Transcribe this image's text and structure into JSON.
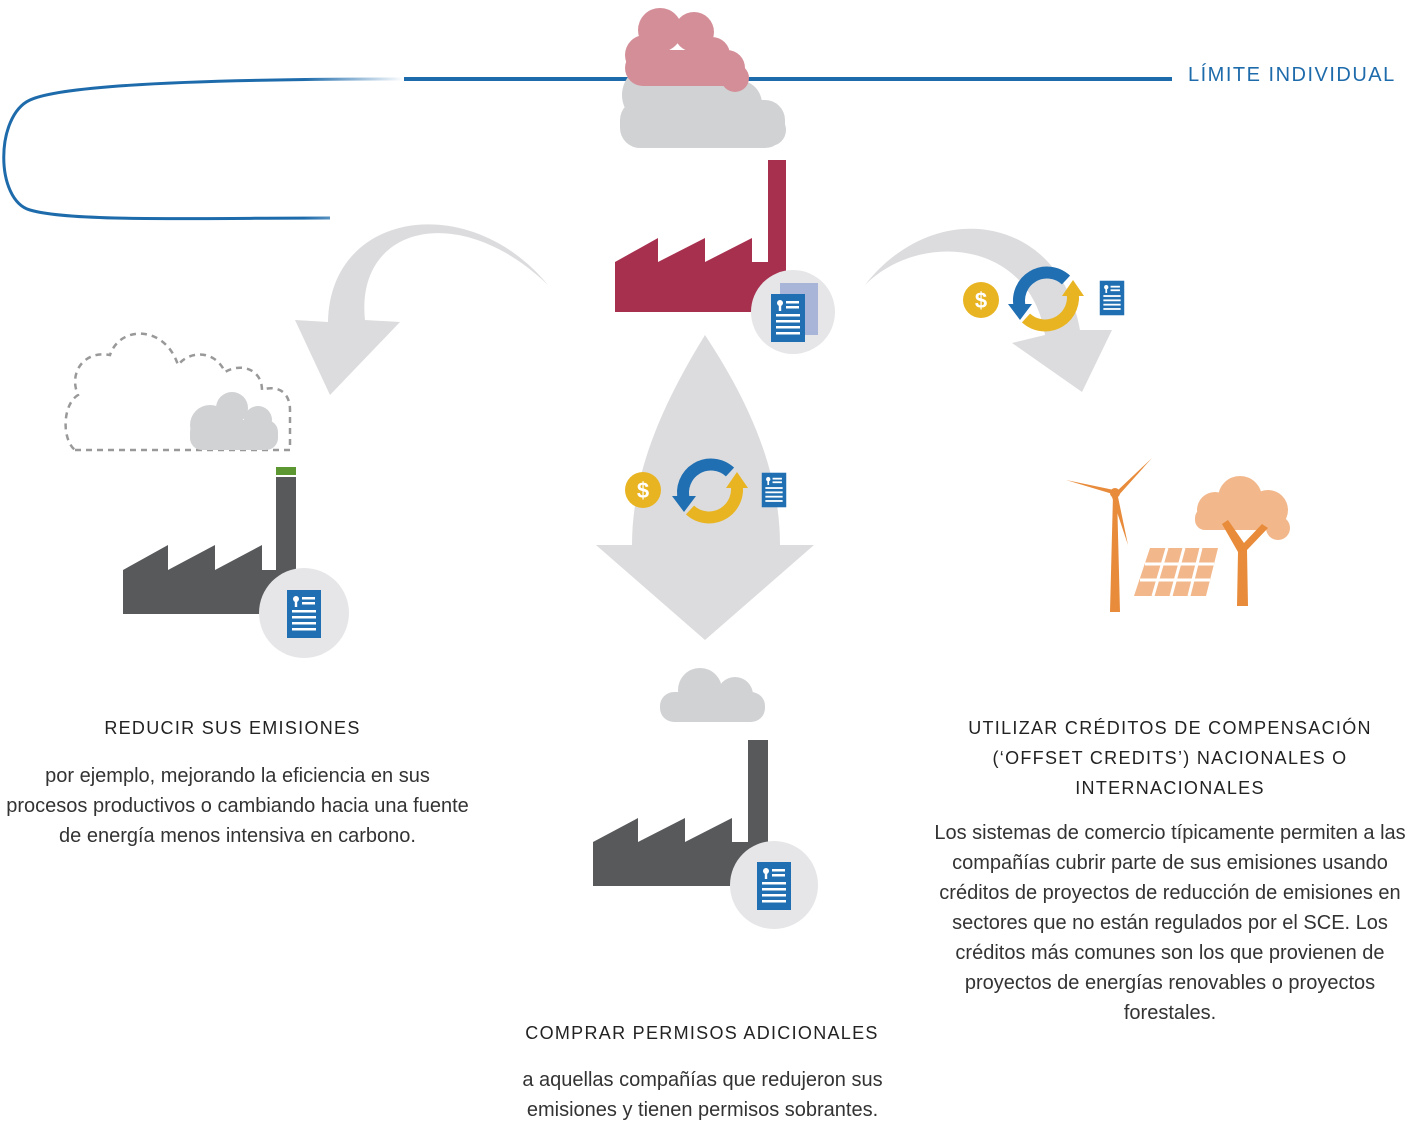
{
  "boundary_label": "LÍMITE INDIVIDUAL",
  "sections": {
    "reduce": {
      "title": "REDUCIR SUS EMISIONES",
      "body": "por ejemplo, mejorando la eficiencia en sus procesos productivos o cambiando hacia una fuente de energía menos intensiva en carbono."
    },
    "buy": {
      "title": "COMPRAR PERMISOS ADICIONALES",
      "body": "a aquellas compañías que redujeron sus emisiones y tienen permisos sobrantes."
    },
    "offset": {
      "title": "UTILIZAR CRÉDITOS DE COMPENSACIÓN (‘OFFSET CREDITS’) NACIONALES O INTERNACIONALES",
      "body": "Los sistemas de comercio típicamente permiten a las compañías cubrir parte de sus emisiones usando créditos de proyectos de reducción de emisiones en sectores que no están regulados por el SCE. Los créditos más comunes son los que provienen de proyectos de energías renovables o proyectos forestales."
    }
  },
  "icons": {
    "currency_symbol": "$",
    "names": [
      "factory-icon",
      "cloud-icon",
      "permit-document-icon",
      "dollar-coin-icon",
      "exchange-arrows-icon",
      "wind-turbine-icon",
      "solar-panel-icon",
      "tree-icon"
    ]
  },
  "colors": {
    "boundary_line": "#1e6bab",
    "factory_emitter": "#a8304f",
    "factory_grey": "#58595b",
    "arrow_grey": "#dcdcde",
    "cloud_grey": "#d1d2d4",
    "cloud_pink": "#d48e98",
    "document_blue": "#1f6fb2",
    "coin_gold": "#e8b422",
    "renewables_orange": "#e88b3b",
    "tree_canopy": "#f2b88c",
    "reduced_marker": "#5d9732"
  }
}
